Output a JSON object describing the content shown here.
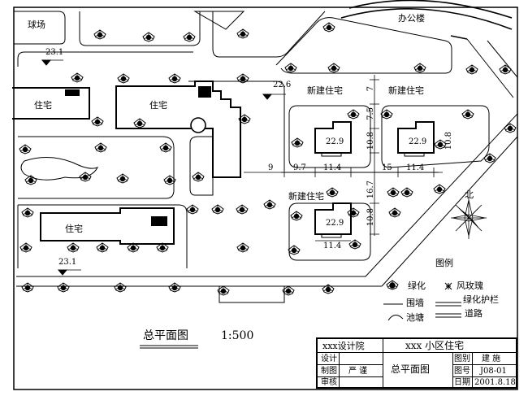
{
  "plan": {
    "labels": {
      "ball_field": "球场",
      "office_building": "办公楼",
      "residence": "住宅",
      "new_residence": "新建住宅",
      "north": "北",
      "legend_title": "图例"
    },
    "elevations": [
      "23.1",
      "22.6",
      "23.1"
    ],
    "building_heights": [
      "22.9",
      "22.9",
      "22.9"
    ],
    "dimensions": {
      "d9": "9",
      "d9_7": "9.7",
      "d11_4": "11.4",
      "d15": "15",
      "d7": "7",
      "d7_5": "7.5",
      "d10_8": "10.8",
      "d16_7": "16.7"
    },
    "legend": {
      "greenery": "绿化",
      "rose": "风玫瑰",
      "wall": "围墙",
      "guardrail": "绿化护栏",
      "pond": "池塘",
      "road": "道路"
    },
    "drawing_title": "总平面图",
    "scale": "1:500"
  },
  "title_block": {
    "institute": "xxx设计院",
    "project": "xxx 小区住宅",
    "design_label": "设计",
    "drawing_label": "制图",
    "drawn_by": "严 谨",
    "review_label": "审核",
    "drawing_name": "总平面图",
    "category_label": "图别",
    "category_value": "建 施",
    "number_label": "图号",
    "number_value": "J08-01",
    "date_label": "日期",
    "date_value": "2001.8.18"
  },
  "colors": {
    "ink": "#000000",
    "paper": "#ffffff"
  }
}
